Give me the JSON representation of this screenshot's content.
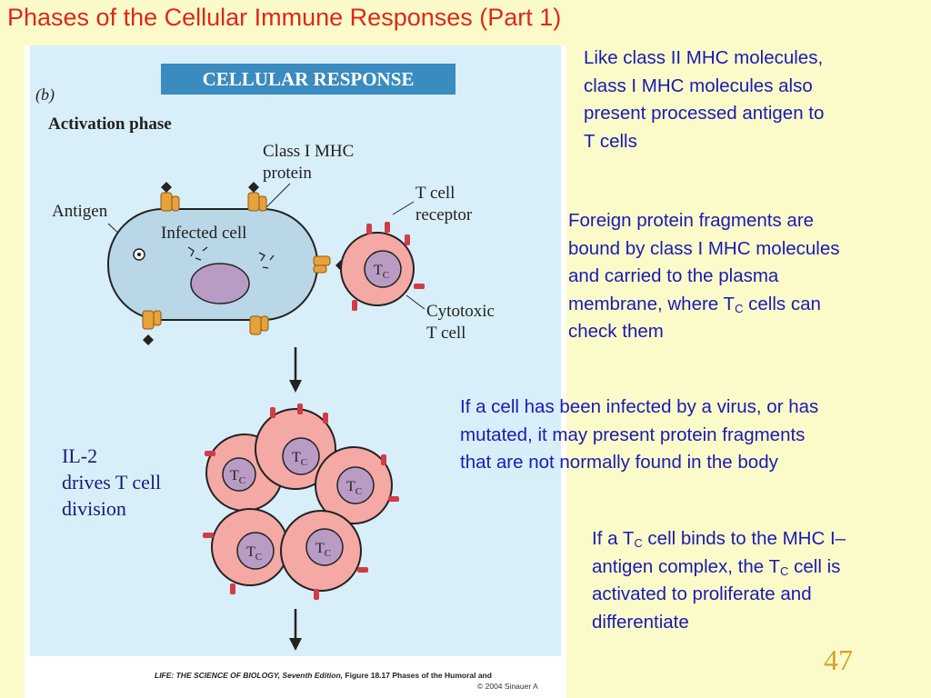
{
  "title": "Phases of the Cellular Immune Responses (Part 1)",
  "figure": {
    "panel_letter": "(b)",
    "header": "CELLULAR RESPONSE",
    "phase_label": "Activation phase",
    "labels": {
      "class_i_mhc_line1": "Class I MHC",
      "class_i_mhc_line2": "protein",
      "antigen": "Antigen",
      "infected_cell": "Infected cell",
      "t_cell_receptor_line1": "T cell",
      "t_cell_receptor_line2": "receptor",
      "cytotoxic_line1": "Cytotoxic",
      "cytotoxic_line2": "T cell",
      "tc_main": "T",
      "tc_sub": "C"
    },
    "il2_lines": [
      "IL-2",
      "drives T cell",
      "division"
    ],
    "caption_book": "LIFE: THE SCIENCE OF BIOLOGY, Seventh Edition,",
    "caption_fig": "Figure 18.17 Phases of the Humoral and",
    "caption_copy": "© 2004 Sinauer A"
  },
  "notes": {
    "note1": "Like class II MHC molecules, class I MHC molecules also present processed antigen to T cells",
    "note2_pre": "Foreign protein fragments are bound by class I MHC molecules and carried to the plasma membrane, where T",
    "note2_sub": "C",
    "note2_post": "  cells can check them",
    "note3": "If a cell has been infected by a virus, or has mutated, it may present protein fragments that are not normally found in the body",
    "note4_a": "If a T",
    "note4_sub1": "C",
    "note4_b": " cell binds to the MHC I–antigen complex, the T",
    "note4_sub2": "C",
    "note4_c": " cell is activated to proliferate and differentiate"
  },
  "page_number": "47",
  "colors": {
    "background": "#fbfbc9",
    "title": "#e0271a",
    "body_text": "#1a1ab5",
    "figure_panel": "#d8eef8",
    "header_bar": "#3a8bbf",
    "tcell": "#f4a9a4",
    "infected_cell": "#b9d7e6",
    "nucleus": "#b89cc4",
    "mhc": "#e8a23a",
    "page_number": "#d4a12c"
  }
}
